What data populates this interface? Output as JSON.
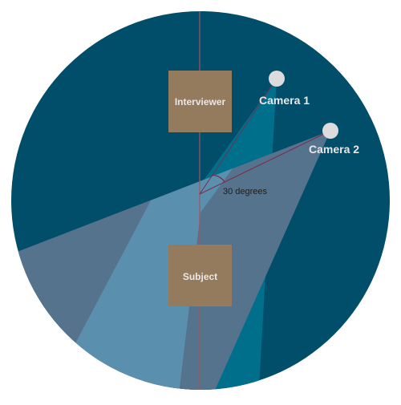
{
  "diagram": {
    "colors": {
      "circle": "#004e69",
      "camera1_cone": "#006f8c",
      "camera2_cone": "#55738c",
      "overlap": "#5b8fae",
      "axis_line": "#a3565f",
      "person_box": "#957b5d",
      "camera_dot": "#dcdcdc",
      "sight_line": "#7a2b4c",
      "label_light": "#e8e8e8",
      "angle_text": "#1e1e1e"
    },
    "interviewer": {
      "label": "Interviewer"
    },
    "subject": {
      "label": "Subject"
    },
    "camera1": {
      "label": "Camera 1"
    },
    "camera2": {
      "label": "Camera 2"
    },
    "angle": {
      "label": "30 degrees",
      "value_degrees": 30
    }
  }
}
